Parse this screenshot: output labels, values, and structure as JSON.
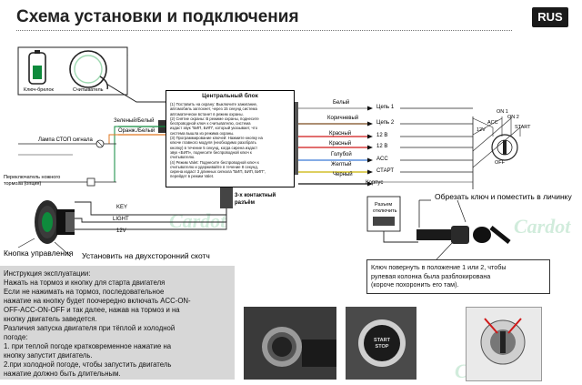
{
  "title": "Схема установки и подключения",
  "lang_badge": "RUS",
  "watermark": "Cardot",
  "remote_box": {
    "key_fob_label": "Ключ-брелок",
    "reader_label": "Считыватель"
  },
  "left_wires": {
    "green_yellow": "Зеленый/Белый",
    "orange_yellow": "Оранж./Белый",
    "stop_lamp": "Лампа СТОП сигнала",
    "parking_brake_line1": "Переключатель ножного",
    "parking_brake_line2": "тормоза (опция)"
  },
  "central_block": {
    "title": "Центральный блок",
    "lines": [
      "(1) Поставить на охрану: Выключите зажигание,",
      "автомобиль заглохнет, через 15 секунд система",
      "автоматически встанет в режим охраны.",
      "(2) Снятие охраны: В режиме охраны, поднесите",
      "беспроводной ключ к считывателю, система",
      "издаст звук \"БИП, БИП\", который указывает, что",
      "система вышла из режима охраны.",
      "(3) Программирование ключей: Нажмите кнопку на",
      "ключе главного модуля (необходимо разобрать",
      "кнопку) в течение 5 секунд, когда сирена издаст",
      "звук «БИП», поднесите беспроводной ключ к",
      "считывателю.",
      "(4) Режим Valet: Поднесите беспроводной ключ к",
      "считывателю и удерживайте в течение 8 секунд,",
      "сирена издаст 3 длинных сигнала \"БИП, БИП, БИП\",",
      "перейдет в режим Valet."
    ]
  },
  "right_wires": [
    {
      "color_name": "Белый",
      "target": "Цепь 1",
      "stroke": "#9a9a9a"
    },
    {
      "color_name": "Коричневый",
      "target": "Цепь 2",
      "stroke": "#7a4a1e"
    },
    {
      "color_name": "Красный",
      "target": "12 В",
      "stroke": "#d01818"
    },
    {
      "color_name": "Красный",
      "target": "12 В",
      "stroke": "#d01818"
    },
    {
      "color_name": "Голубой",
      "target": "ACC",
      "stroke": "#3a7ad8"
    },
    {
      "color_name": "Желтый",
      "target": "СТАРТ",
      "stroke": "#c9b200"
    },
    {
      "color_name": "Черный",
      "target": "Корпус",
      "stroke": "#111111"
    }
  ],
  "ignition_labels": {
    "acc": "ACC",
    "on1": "ON 1",
    "on2": "ON 2",
    "start": "START",
    "v12": "12V",
    "off": "OFF"
  },
  "connector_3pin": {
    "line1": "3-х контактный",
    "line2": "разъём"
  },
  "button_wires": {
    "key": "KEY",
    "light": "LIGHT",
    "v12": "12V"
  },
  "control_button_label": "Кнопка управления",
  "mount_note": "Установить на двухсторонний скотч",
  "right_top_note": "Обрезать ключ и поместить в личинку",
  "disconnect_plug": {
    "line1": "Разъем",
    "line2": "отключить"
  },
  "key_note": {
    "line1": "Ключ повернуть в положение 1 или 2, чтобы",
    "line2": "рулевая колонка была разблокирована",
    "line3": "(короче похоронить его там)."
  },
  "instructions": {
    "lines": [
      "Инструкция эксплуатации:",
      "Нажать на тормоз и кнопку для старта двигателя",
      "Если не нажимать на тормоз, последовательное",
      "нажатие на кнопку будет поочередно включать ACC-ON-",
      "OFF-ACC-ON-OFF и так далее, нажав на тормоз и на",
      "кнопку двигатель заведется.",
      "Различия запуска двигателя при тёплой и холодной",
      "погоде:",
      "1. при теплой погоде кратковременное нажатие на",
      "кнопку запустит двигатель.",
      "2.при холодной погоде, чтобы запустить двигатель",
      "нажатие должно быть длительным."
    ]
  },
  "start_stop_button": {
    "line1": "START",
    "line2": "STOP"
  },
  "colors": {
    "accent_green": "#0e8a3c",
    "panel_gray": "#d7d7d7",
    "badge_bg": "#1a1a1a"
  }
}
